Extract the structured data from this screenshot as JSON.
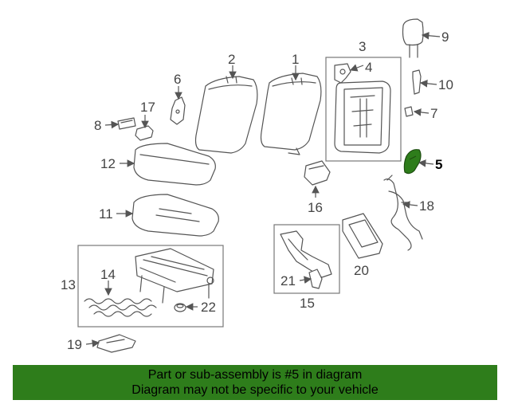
{
  "diagram": {
    "highlight_color": "#2e7d1b",
    "highlighted_part": "5",
    "callouts": [
      "1",
      "2",
      "3",
      "4",
      "5",
      "6",
      "7",
      "8",
      "9",
      "10",
      "11",
      "12",
      "13",
      "14",
      "15",
      "16",
      "17",
      "18",
      "19",
      "20",
      "21",
      "22"
    ]
  },
  "banner": {
    "line1": "Part or sub-assembly is #5 in diagram",
    "line2": "Diagram may not be specific to your vehicle",
    "background": "#2e7d1b"
  }
}
